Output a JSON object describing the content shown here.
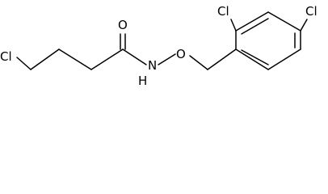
{
  "molecule": {
    "atom_labels": {
      "cl_chain": "Cl",
      "oxygen_carbonyl": "O",
      "nitrogen_amide": "N",
      "hydrogen_amide": "H",
      "oxygen_ether": "O",
      "cl_ring_ortho": "Cl",
      "cl_ring_para": "Cl"
    }
  }
}
